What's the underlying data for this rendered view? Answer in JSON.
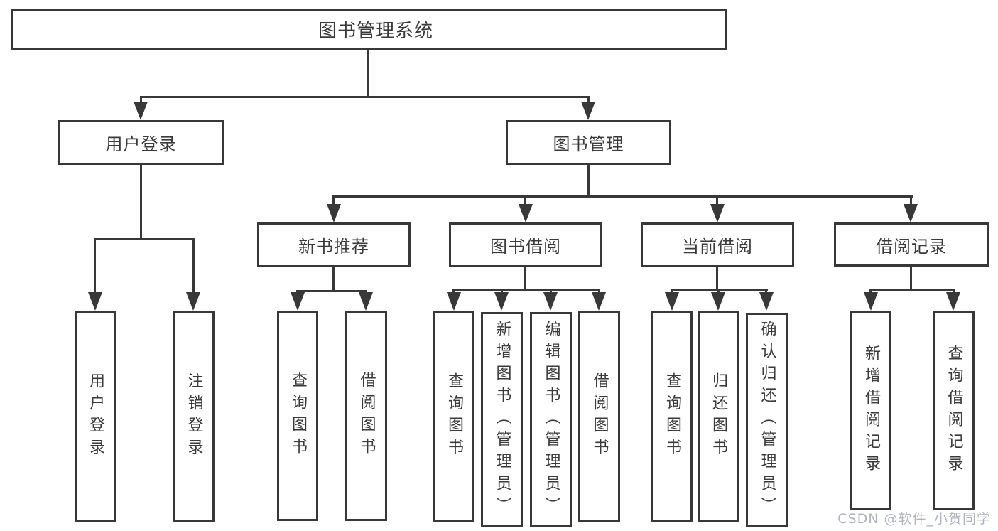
{
  "nodes": {
    "root": {
      "label": "图书管理系统"
    },
    "level2": [
      {
        "label": "用户登录"
      },
      {
        "label": "图书管理"
      }
    ],
    "level3": [
      {
        "label": "新书推荐"
      },
      {
        "label": "图书借阅"
      },
      {
        "label": "当前借阅"
      },
      {
        "label": "借阅记录"
      }
    ],
    "leaves": {
      "user_login": [
        "用户登录",
        "注销登录"
      ],
      "new_books": [
        "查询图书",
        "借阅图书"
      ],
      "book_borrow": [
        "查询图书",
        "新增图书（管理员）",
        "编辑图书（管理员）",
        "借阅图书"
      ],
      "current_borrow": [
        "查询图书",
        "归还图书",
        "确认归还（管理员）"
      ],
      "borrow_records": [
        "新增借阅记录",
        "查询借阅记录"
      ]
    }
  },
  "watermark": {
    "text": "CSDN @软件_小贺同学"
  },
  "colors": {
    "line": "#383838",
    "text": "#3a3a3a",
    "watermark": "#b0b5bd",
    "background": "#ffffff"
  }
}
